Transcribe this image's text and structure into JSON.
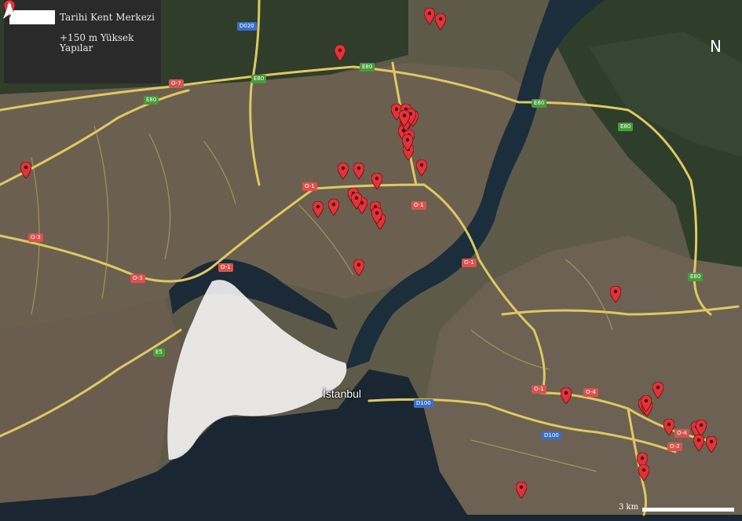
{
  "legend": {
    "historic_center_label": "Tarihi Kent Merkezi",
    "highrise_label": "+150 m Yüksek Yapılar",
    "historic_center_color": "#ffffff",
    "pin_color": "#e0343a"
  },
  "north_label": "N",
  "city_label": "İstanbul",
  "scale_label": "3 km",
  "road_shields": [
    {
      "text": "D020",
      "kind": "blue"
    },
    {
      "text": "O-7",
      "kind": "red"
    },
    {
      "text": "E80",
      "kind": "green"
    },
    {
      "text": "E80",
      "kind": "green"
    },
    {
      "text": "E80",
      "kind": "green"
    },
    {
      "text": "E80",
      "kind": "green"
    },
    {
      "text": "E80",
      "kind": "green"
    },
    {
      "text": "O-1",
      "kind": "red"
    },
    {
      "text": "O-1",
      "kind": "red"
    },
    {
      "text": "O-3",
      "kind": "red"
    },
    {
      "text": "O-3",
      "kind": "red"
    },
    {
      "text": "O-1",
      "kind": "red"
    },
    {
      "text": "O-1",
      "kind": "red"
    },
    {
      "text": "E5",
      "kind": "green"
    },
    {
      "text": "E80",
      "kind": "green"
    },
    {
      "text": "D100",
      "kind": "blue"
    },
    {
      "text": "O-1",
      "kind": "red"
    },
    {
      "text": "O-4",
      "kind": "red"
    },
    {
      "text": "D100",
      "kind": "blue"
    },
    {
      "text": "O-4",
      "kind": "red"
    },
    {
      "text": "O-2",
      "kind": "red"
    }
  ],
  "pin_count": 42
}
